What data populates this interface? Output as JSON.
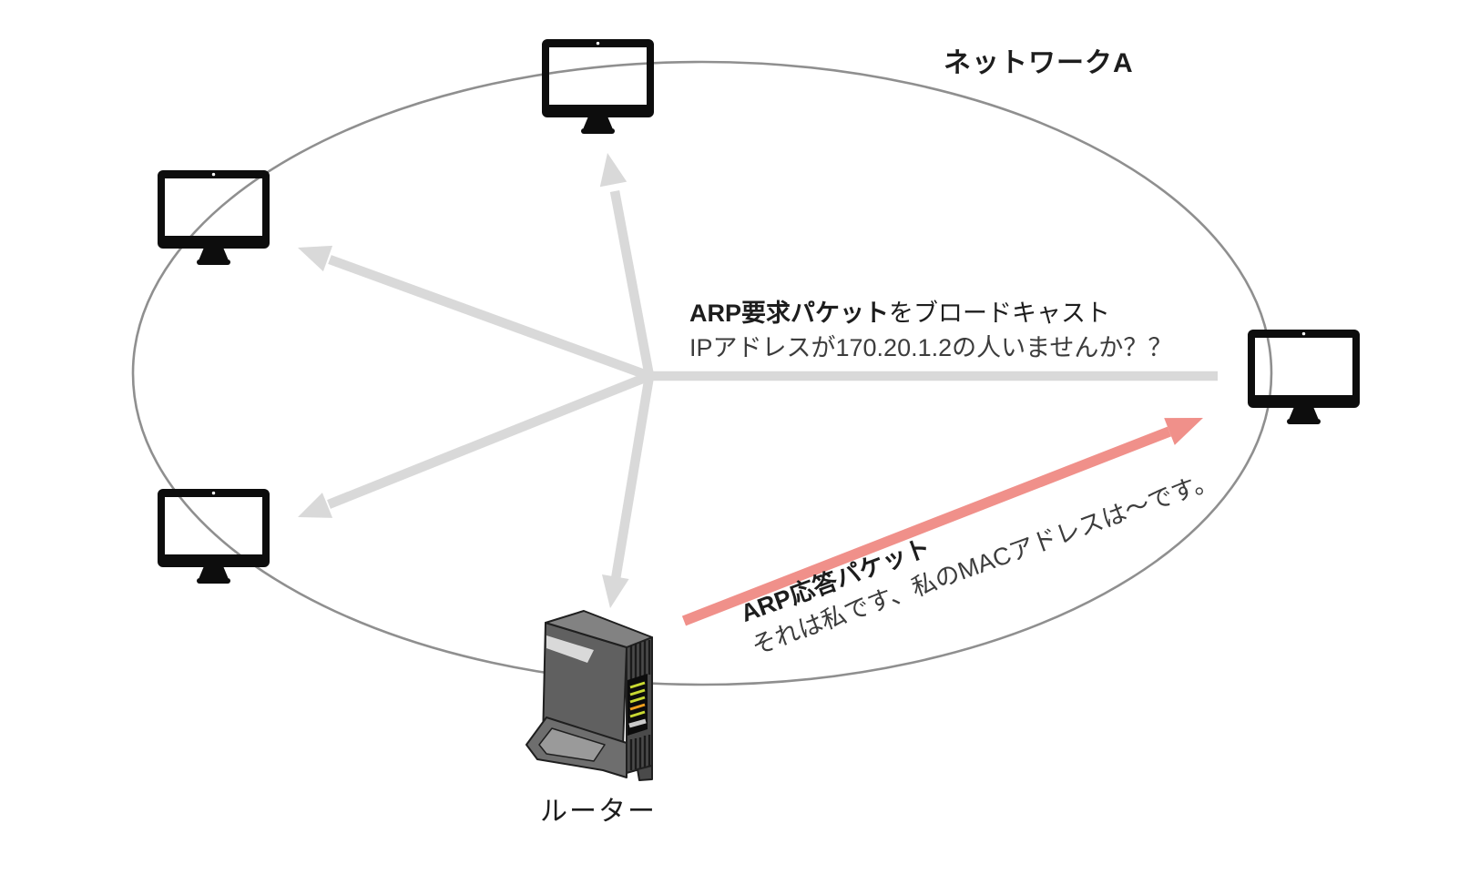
{
  "diagram": {
    "title": "ネットワークA",
    "router_label": "ルーター",
    "broadcast_message": {
      "line1_bold": "ARP要求パケット",
      "line1_rest": "をブロードキャスト",
      "line2": "IPアドレスが170.20.1.2の人いませんか？？"
    },
    "reply_message": {
      "line1": "ARP応答パケット",
      "line2": "それは私です、私のMACアドレスは～です。"
    },
    "devices": {
      "computer_count": 4,
      "computer_icon": "monitor-icon",
      "router_icon": "router-icon"
    },
    "colors": {
      "reply_arrow": "#f0908a",
      "broadcast_arrow": "#d9d9d9",
      "network_ellipse": "#8f8f8f",
      "device_black": "#0d0d0d",
      "text_primary": "#1d1d1d",
      "text_secondary": "#3c3c3c"
    }
  }
}
